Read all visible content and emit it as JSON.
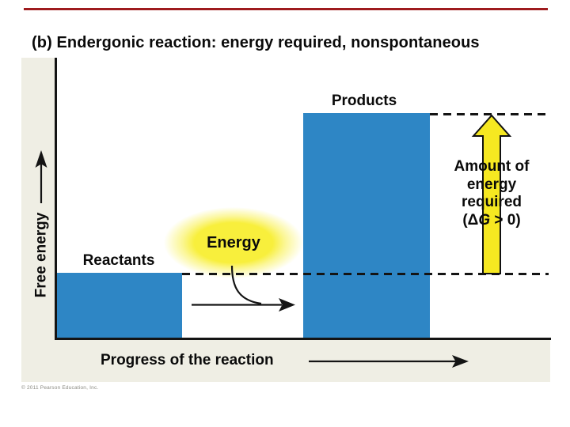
{
  "figure": {
    "title": "(b) Endergonic reaction: energy required, nonspontaneous",
    "copyright": "© 2011 Pearson Education, Inc."
  },
  "axes": {
    "y_label": "Free energy",
    "x_label": "Progress of the reaction"
  },
  "labels": {
    "reactants": "Reactants",
    "products": "Products",
    "energy_burst": "Energy"
  },
  "annotation": {
    "line1": "Amount of",
    "line2": "energy",
    "line3": "required",
    "delta_open": "(Δ",
    "g_italic": "G",
    "delta_close": " > 0)"
  },
  "colors": {
    "bar_blue": "#2e86c5",
    "panel_beige": "#efeee4",
    "arrow_yellow": "#f6e821",
    "glow_yellow": "#f8ef3c",
    "top_rule_red": "#9e1b1e",
    "axis_black": "#141414"
  },
  "chart_data": {
    "type": "bar",
    "title": "Endergonic reaction free-energy diagram",
    "categories": [
      "Reactants",
      "Products"
    ],
    "values_relative_free_energy": [
      0.23,
      0.8
    ],
    "xlabel": "Progress of the reaction",
    "ylabel": "Free energy",
    "ylim": [
      0,
      1
    ],
    "grid": false,
    "annotations": [
      "Energy (input burst)",
      "Amount of energy required (ΔG > 0)"
    ],
    "delta_g": "ΔG > 0"
  }
}
